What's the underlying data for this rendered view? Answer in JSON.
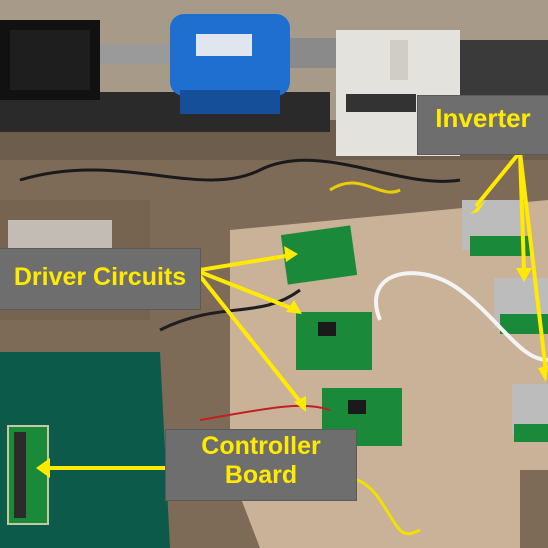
{
  "labels": {
    "inverter": "Inverter",
    "driver_circuits": "Driver Circuits",
    "controller_line1": "Controller",
    "controller_line2": "Board"
  },
  "colors": {
    "label_bg": "#6e6e6e",
    "label_text": "#ffea00",
    "arrow": "#ffea00",
    "motor_blue": "#1f6fd1",
    "pcb_green": "#1a8a3a",
    "mat_green": "#0b5a4a",
    "wood_board": "#c9b298",
    "bench": "#7d6b57"
  }
}
